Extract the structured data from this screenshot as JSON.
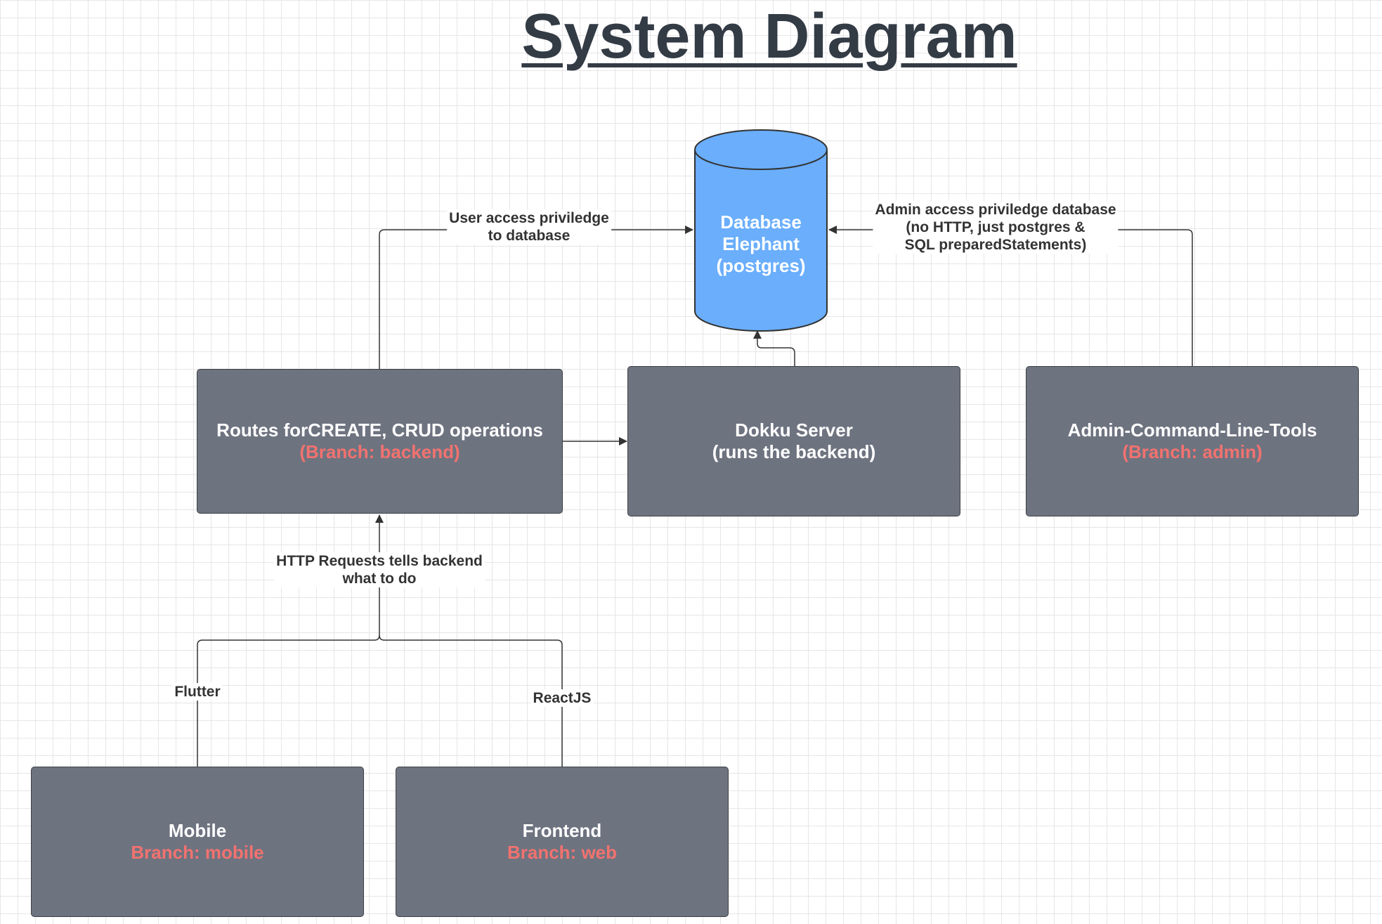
{
  "title": "System Diagram",
  "database": {
    "line1": "Database",
    "line2": "Elephant",
    "line3": "(postgres)",
    "color": "#6aaefc"
  },
  "nodes": {
    "routes": {
      "label": "Routes forCREATE, CRUD operations",
      "branch": "(Branch: backend)"
    },
    "dokku": {
      "label": "Dokku Server",
      "sub": "(runs the backend)"
    },
    "admin": {
      "label": "Admin-Command-Line-Tools",
      "branch": "(Branch: admin)"
    },
    "mobile": {
      "label": "Mobile",
      "branch": "Branch: mobile"
    },
    "frontend": {
      "label": "Frontend",
      "branch": "Branch: web"
    }
  },
  "edge_labels": {
    "user_access": {
      "line1": "User access priviledge",
      "line2": "to database"
    },
    "admin_access": {
      "line1": "Admin access priviledge database",
      "line2": "(no HTTP, just postgres &",
      "line3": "SQL preparedStatements)"
    },
    "http": {
      "line1": "HTTP Requests tells backend",
      "line2": "what to do"
    },
    "flutter": "Flutter",
    "reactjs": "ReactJS"
  },
  "colors": {
    "node_fill": "#6e7380",
    "branch_text": "#f2726f",
    "edge": "#333333"
  }
}
